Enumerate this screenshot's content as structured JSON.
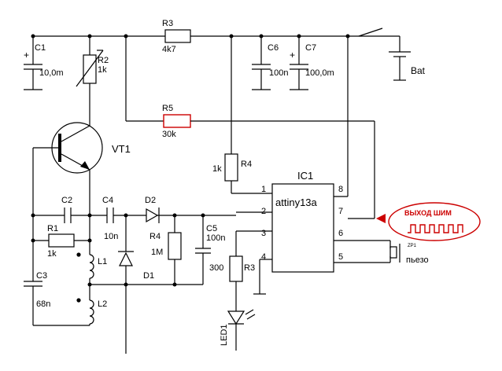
{
  "labels": {
    "c1": "C1",
    "c1_val": "10,0m",
    "c1_plus": "+",
    "r2": "R2",
    "r2_val": "1k",
    "r3": "R3",
    "r3_val": "4k7",
    "c6": "C6",
    "c6_val": "100n",
    "c7": "C7",
    "c7_val": "100,0m",
    "c7_plus": "+",
    "bat": "Bat",
    "r5": "R5",
    "r5_val": "30k",
    "vt1": "VT1",
    "r4_top": "R4",
    "r4_top_val": "1k",
    "ic": "IC1",
    "ic_name": "attiny13a",
    "pin1": "1",
    "pin2": "2",
    "pin3": "3",
    "pin4": "4",
    "pin5": "5",
    "pin6": "6",
    "pin7": "7",
    "pin8": "8",
    "c2": "C2",
    "c4": "C4",
    "c4_val": "10n",
    "d2": "D2",
    "r4_mid": "R4",
    "r4_mid_val": "1M",
    "c5": "C5",
    "c5_val": "100n",
    "r1": "R1",
    "r1_val": "1k",
    "l1": "L1",
    "l2": "L2",
    "d1": "D1",
    "c3": "C3",
    "c3_val": "68n",
    "r3_bot_val": "300",
    "r3_bot": "R3",
    "led": "LED1",
    "zp": "ZP1",
    "piezo": "пьезо",
    "pwm": "ВЫХОД ШИМ"
  }
}
